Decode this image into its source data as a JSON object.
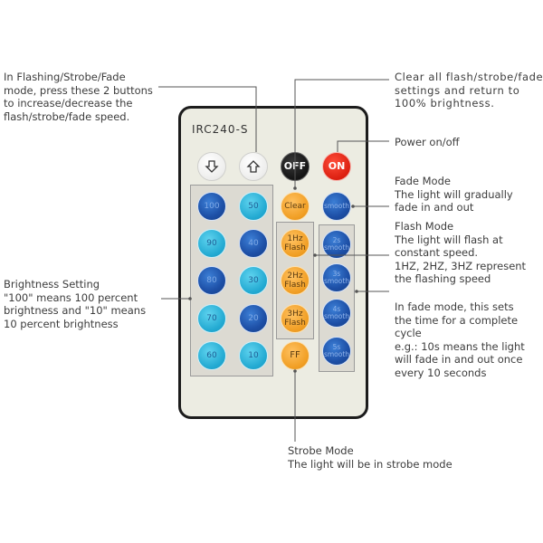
{
  "model": "IRC240-S",
  "annotations": {
    "flashing_speed": "In Flashing/Strobe/Fade\nmode, press these 2 buttons\nto increase/decrease the\nflash/strobe/fade speed.",
    "clear": "Clear all flash/strobe/fade\nsettings and return to\n100% brightness.",
    "power": "Power on/off",
    "fade_mode": "Fade Mode\nThe light will gradually\nfade in and out",
    "flash_mode": "Flash Mode\nThe light will flash at\nconstant speed.\n1HZ, 2HZ, 3HZ represent\nthe flashing speed",
    "fade_time": "In fade mode, this sets\nthe time for a complete\ncycle\ne.g.: 10s means the light\nwill fade in and out once\nevery 10 seconds",
    "brightness": "Brightness Setting\n\"100\" means 100 percent\nbrightness and \"10\" means\n10 percent brightness",
    "strobe_mode": "Strobe Mode\nThe light will be in strobe mode"
  },
  "buttons": {
    "off": "OFF",
    "on": "ON",
    "clear": "Clear",
    "flash_1hz": "1Hz\nFlash",
    "flash_2hz": "2Hz\nFlash",
    "flash_3hz": "3Hz\nFlash",
    "ff": "FF",
    "smooth": "smooth",
    "s2": "2s\nsmooth",
    "s3": "3s\nsmooth",
    "s4": "4s\nsmooth",
    "s5": "5s\nsmooth",
    "b100": "100",
    "b90": "90",
    "b80": "80",
    "b70": "70",
    "b60": "60",
    "b50": "50",
    "b40": "40",
    "b30": "30",
    "b20": "20",
    "b10": "10"
  },
  "icons": {
    "speed_down": "arrow-down-icon",
    "speed_up": "arrow-up-icon"
  }
}
